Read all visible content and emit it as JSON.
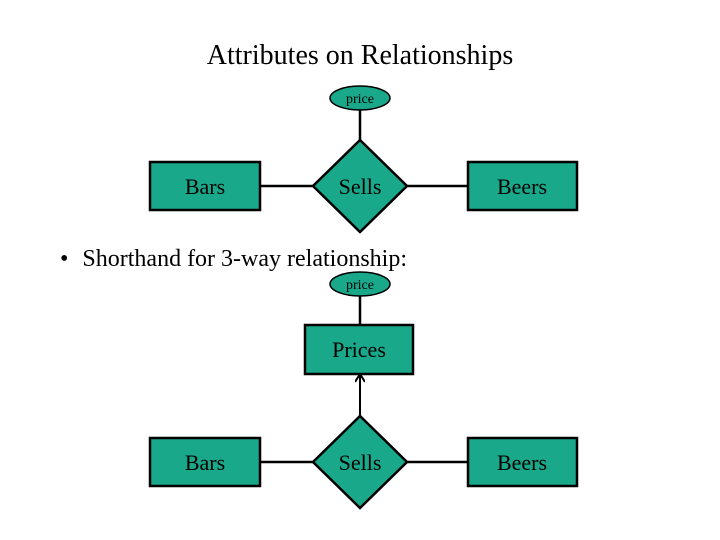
{
  "title": "Attributes on Relationships",
  "bullet": {
    "marker": "•",
    "text": "Shorthand for 3-way relationship:"
  },
  "colors": {
    "shape_fill": "#1aa88a",
    "line": "#000000"
  },
  "diagram_top": {
    "attribute": "price",
    "entity_left": "Bars",
    "relationship": "Sells",
    "entity_right": "Beers"
  },
  "diagram_bottom": {
    "attribute": "price",
    "entity_top": "Prices",
    "entity_left": "Bars",
    "relationship": "Sells",
    "entity_right": "Beers"
  }
}
